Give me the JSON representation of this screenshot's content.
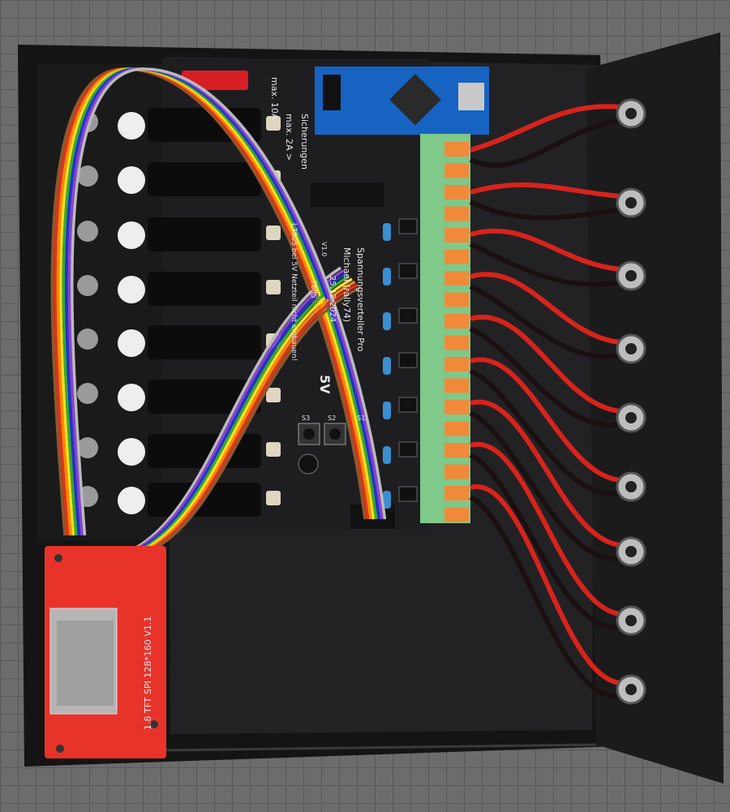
{
  "pcb": {
    "fuse_max": "max. 10A",
    "fuse_label": "Sicherungen",
    "fuse_sub": "max. 2A >",
    "regulator_note": "L7805 bei 5V Netzteil nicht einbauen!",
    "title": "Spannungsverteiler Pro",
    "author": "Michael (rally74)",
    "date": "25.12.2024",
    "version": "V1.0",
    "reg_label": "7805",
    "voltage": "5V",
    "switches": [
      "S3",
      "S2",
      "S1"
    ]
  },
  "tft": {
    "label": "1.8 TFT SPI 128*160 V1.1"
  },
  "colors": {
    "enclosure": "#161617",
    "pcb": "#1d1d20",
    "arduino": "#1565c0",
    "terminal_green": "#7fc98a",
    "terminal_orange": "#f08a3a",
    "tft_board": "#e8332a",
    "wire_red": "#d8231c",
    "wire_black": "#1a1010"
  }
}
